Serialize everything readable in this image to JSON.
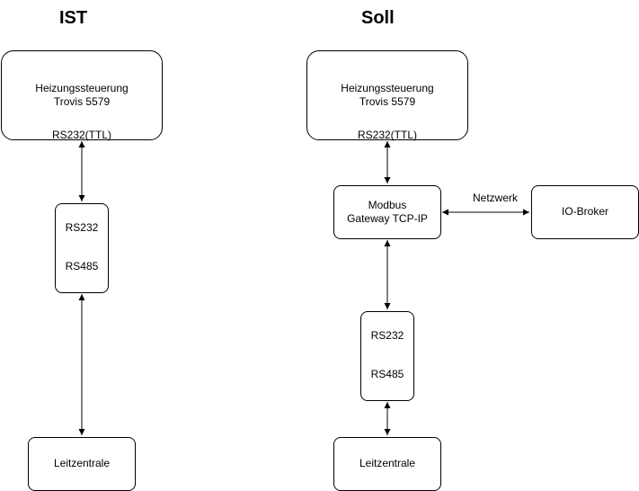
{
  "headings": {
    "ist": "IST",
    "soll": "Soll"
  },
  "ist": {
    "controller": {
      "line1": "Heizungssteuerung",
      "line2": "Trovis 5579",
      "port": "RS232(TTL)"
    },
    "converter": {
      "line1": "RS232",
      "line2": "RS485"
    },
    "control_center": {
      "label": "Leitzentrale"
    }
  },
  "soll": {
    "controller": {
      "line1": "Heizungssteuerung",
      "line2": "Trovis 5579",
      "port": "RS232(TTL)"
    },
    "gateway": {
      "line1": "Modbus",
      "line2": "Gateway TCP-IP"
    },
    "network_label": "Netzwerk",
    "broker": {
      "label": "IO-Broker"
    },
    "converter": {
      "line1": "RS232",
      "line2": "RS485"
    },
    "control_center": {
      "label": "Leitzentrale"
    }
  },
  "colors": {
    "stroke": "#000000",
    "fill": "#ffffff"
  }
}
